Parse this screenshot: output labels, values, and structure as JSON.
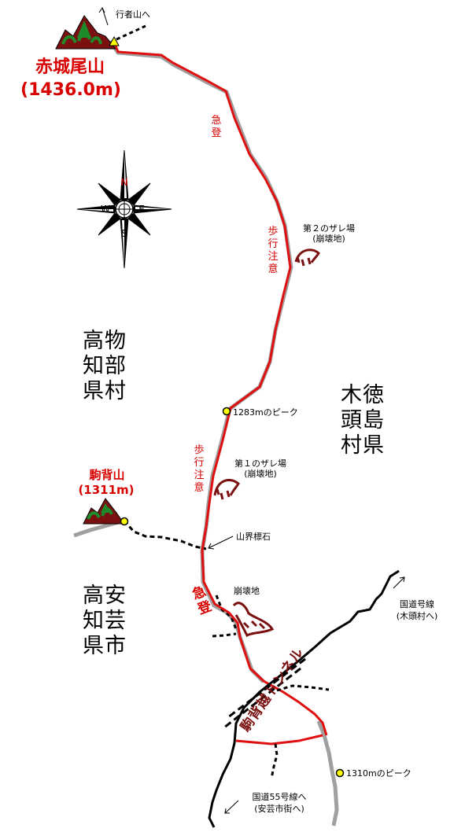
{
  "peaks": {
    "akagiosan": {
      "name": "赤城尾山",
      "elevation": "(1436.0m)"
    },
    "komasenayama": {
      "name": "駒背山",
      "elevation": "(1311m)"
    }
  },
  "points": {
    "peak_1283": "1283mのピーク",
    "peak_1310": "1310mのピーク",
    "boundary_stone": "山界標石",
    "collapse_area": "崩壊地"
  },
  "zare": {
    "second": {
      "title": "第２のザレ場",
      "sub": "(崩壊地)"
    },
    "first": {
      "title": "第１のザレ場",
      "sub": "(崩壊地)"
    }
  },
  "route_notes": {
    "steep_1": "急登",
    "caution_1": "歩行注意",
    "caution_2": "歩行注意",
    "steep_2": "急登"
  },
  "prefectures": {
    "kochi_monobe": [
      "物",
      "部",
      "村",
      "高",
      "知",
      "県"
    ],
    "tokushima_kito": [
      "木",
      "頭",
      "村",
      "徳",
      "島",
      "県"
    ],
    "kochi_aki": [
      "安",
      "芸",
      "市",
      "高",
      "知",
      "県"
    ]
  },
  "roads": {
    "to_gyojasan": "行者山へ",
    "route195_line1": "国道号線",
    "route195_line2": "(木頭村へ)",
    "route55_line1": "国道55号線へ",
    "route55_line2": "(安芸市街へ)",
    "tunnel": "駒背越トンネル"
  },
  "compass": {
    "n": "N",
    "s": "S",
    "e": "E",
    "w": "W"
  },
  "colors": {
    "route": "#e01010",
    "ridge": "#a0a0a0",
    "road": "#000000",
    "peak": "#ffff00",
    "mountain": "#7a1010",
    "tree": "#1e8a2a"
  }
}
